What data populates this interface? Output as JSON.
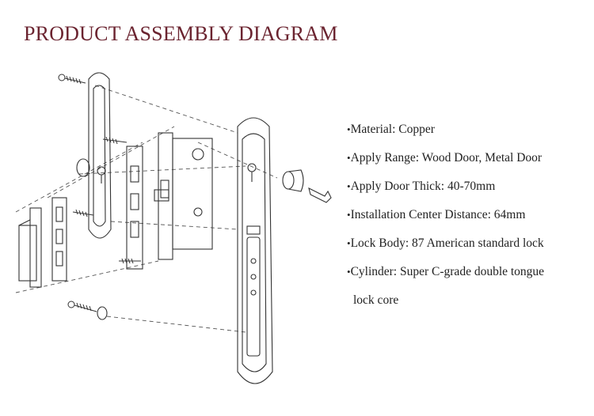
{
  "title": "PRODUCT ASSEMBLY DIAGRAM",
  "bullet": "•",
  "specs": [
    "Material: Copper",
    "Apply Range: Wood Door, Metal Door",
    "Apply Door Thick: 40-70mm",
    "Installation Center Distance: 64mm",
    "Lock Body: 87 American standard lock",
    "Cylinder: Super C-grade double tongue"
  ],
  "spec_continuation": "lock core",
  "colors": {
    "title": "#6b2430",
    "text": "#222222",
    "line": "#333333"
  }
}
